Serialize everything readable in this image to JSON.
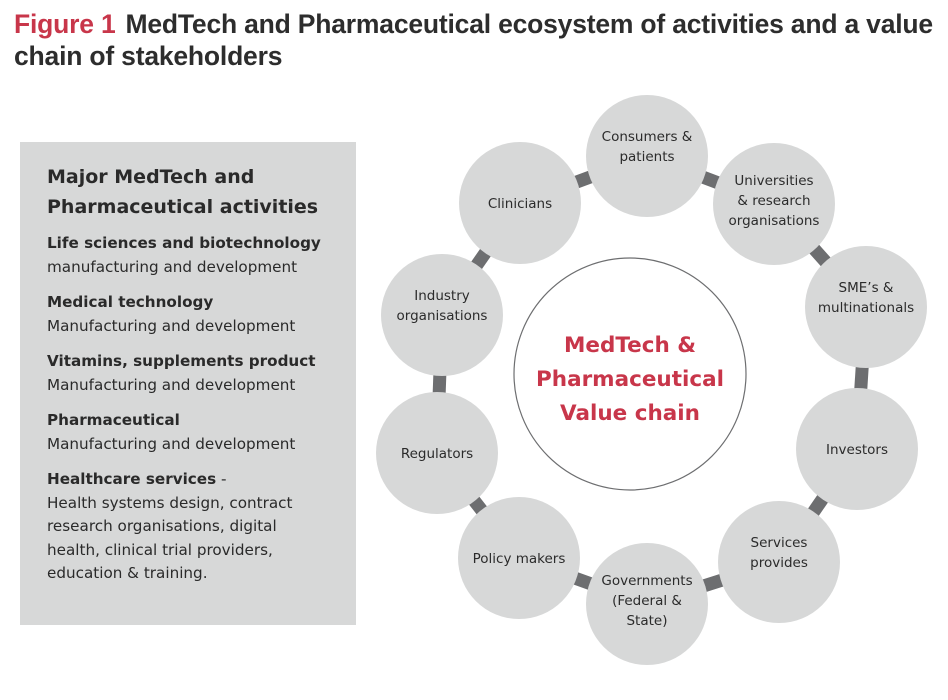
{
  "figure": {
    "label": "Figure 1",
    "title": "MedTech and Pharmaceutical ecosystem of activities and a value chain of stakeholders"
  },
  "activities_panel": {
    "heading_line1": "Major MedTech and",
    "heading_line2": "Pharmaceutical activities",
    "items": [
      {
        "name": "Life sciences and biotechnology",
        "suffix": "",
        "desc": "manufacturing and development"
      },
      {
        "name": "Medical technology",
        "suffix": "",
        "desc": "Manufacturing and development"
      },
      {
        "name": "Vitamins, supplements product",
        "suffix": "",
        "desc": "Manufacturing and development"
      },
      {
        "name": "Pharmaceutical",
        "suffix": "",
        "desc": "Manufacturing and development"
      },
      {
        "name": "Healthcare services",
        "suffix": " -",
        "desc": "Health systems design, contract research organisations, digital health, clinical trial providers, education & training."
      }
    ]
  },
  "value_chain": {
    "center": {
      "lines": [
        "MedTech &",
        "Pharmaceutical",
        "Value chain"
      ],
      "color": "#c8364a"
    },
    "node_fill": "#d7d8d8",
    "connector_color": "#6d6e70",
    "stakeholders": [
      {
        "lines": [
          "Consumers &",
          "patients"
        ]
      },
      {
        "lines": [
          "Universities",
          "& research",
          "organisations"
        ]
      },
      {
        "lines": [
          "SME’s &",
          "multinationals"
        ]
      },
      {
        "lines": [
          "Investors"
        ]
      },
      {
        "lines": [
          "Services",
          "provides"
        ]
      },
      {
        "lines": [
          "Governments",
          "(Federal &",
          "State)"
        ]
      },
      {
        "lines": [
          "Policy makers"
        ]
      },
      {
        "lines": [
          "Regulators"
        ]
      },
      {
        "lines": [
          "Industry",
          "organisations"
        ]
      },
      {
        "lines": [
          "Clinicians"
        ]
      }
    ]
  }
}
